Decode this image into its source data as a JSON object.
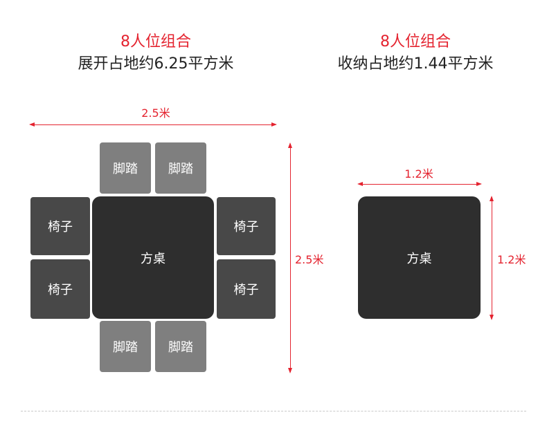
{
  "expanded": {
    "title": "8人位组合",
    "subtitle": "展开占地约6.25平方米",
    "width_label": "2.5米",
    "height_label": "2.5米",
    "table_label": "方桌",
    "footrest_label": "脚踏",
    "chair_label": "椅子"
  },
  "folded": {
    "title": "8人位组合",
    "subtitle": "收纳占地约1.44平方米",
    "width_label": "1.2米",
    "height_label": "1.2米",
    "table_label": "方桌"
  },
  "colors": {
    "accent_red": "#e4232f",
    "table": "#2e2e2e",
    "chair": "#484848",
    "footrest": "#7f7f7f"
  }
}
